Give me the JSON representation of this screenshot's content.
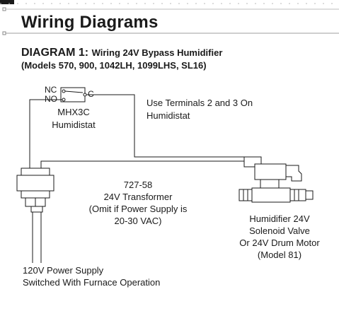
{
  "header": {
    "title": "Wiring Diagrams"
  },
  "diagram": {
    "heading_number": "DIAGRAM 1:",
    "heading_text": "Wiring 24V Bypass Humidifier",
    "heading_models": "(Models 570, 900, 1042LH, 1099LHS, SL16)",
    "switch_nc": "NC",
    "switch_no": "NO",
    "switch_c": "C",
    "humidistat_model": "MHX3C",
    "humidistat_label": "Humidistat",
    "terminals_note_line1": "Use Terminals 2 and 3 On",
    "terminals_note_line2": "Humidistat",
    "transformer_line1": "727-58",
    "transformer_line2": "24V Transformer",
    "transformer_line3": "(Omit if Power Supply is",
    "transformer_line4": "20-30 VAC)",
    "valve_line1": "Humidifier 24V",
    "valve_line2": "Solenoid Valve",
    "valve_line3": "Or 24V Drum Motor",
    "valve_line4": "(Model 81)",
    "power_line1": "120V Power Supply",
    "power_line2": "Switched With Furnace Operation"
  }
}
